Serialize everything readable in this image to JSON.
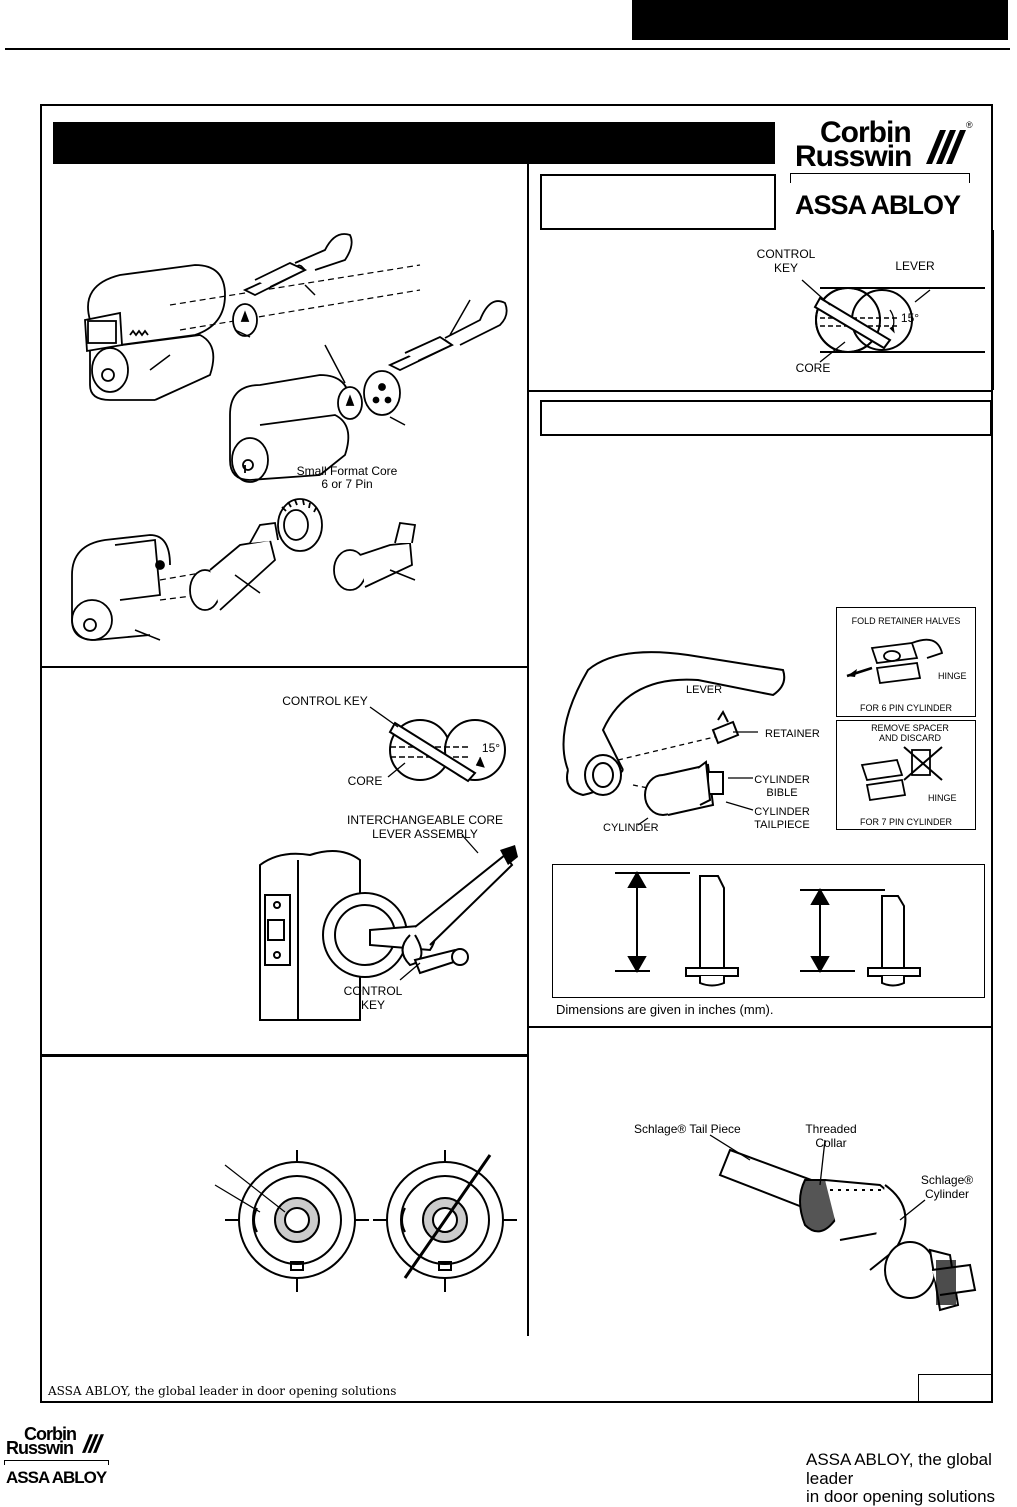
{
  "brand": {
    "name_line1": "Corbin",
    "name_line2": "Russwin",
    "registered": "®",
    "parent": "ASSA ABLOY"
  },
  "top_panel": {
    "small_format_core": "Small Format Core",
    "small_format_core_pins": "6 or 7 Pin"
  },
  "right_top_panel": {
    "control_key": "CONTROL KEY",
    "control_key_l1": "CONTROL",
    "control_key_l2": "KEY",
    "lever": "LEVER",
    "core": "CORE",
    "angle": "15°"
  },
  "mid_left_panel": {
    "control_key": "CONTROL  KEY",
    "core": "CORE",
    "angle": "15°",
    "ic_lever_l1": "INTERCHANGEABLE CORE",
    "ic_lever_l2": "LEVER ASSEMBLY",
    "control_key_l1": "CONTROL",
    "control_key_l2": "KEY"
  },
  "cylinder_panel": {
    "lever": "LEVER",
    "retainer": "RETAINER",
    "cylinder": "CYLINDER",
    "cylinder_bible_l1": "CYLINDER",
    "cylinder_bible_l2": "BIBLE",
    "cylinder_tailpiece_l1": "CYLINDER",
    "cylinder_tailpiece_l2": "TAILPIECE",
    "fold_retainer": "FOLD RETAINER HALVES",
    "hinge_a": "HINGE",
    "for_6_pin": "FOR 6 PIN CYLINDER",
    "remove_spacer_l1": "REMOVE SPACER",
    "remove_spacer_l2": "AND DISCARD",
    "hinge_b": "HINGE",
    "for_7_pin": "FOR 7 PIN CYLINDER",
    "dimensions_note": "Dimensions are given in inches (mm)."
  },
  "schlage_panel": {
    "tail_piece": "Schlage® Tail Piece",
    "threaded_l1": "Threaded",
    "threaded_l2": "Collar",
    "cylinder_l1": "Schlage®",
    "cylinder_l2": "Cylinder"
  },
  "footer": {
    "inner_tagline": "ASSA ABLOY, the global leader in door opening solutions",
    "bottom_tagline_l1": "ASSA ABLOY, the global leader",
    "bottom_tagline_l2": "in door opening solutions"
  }
}
